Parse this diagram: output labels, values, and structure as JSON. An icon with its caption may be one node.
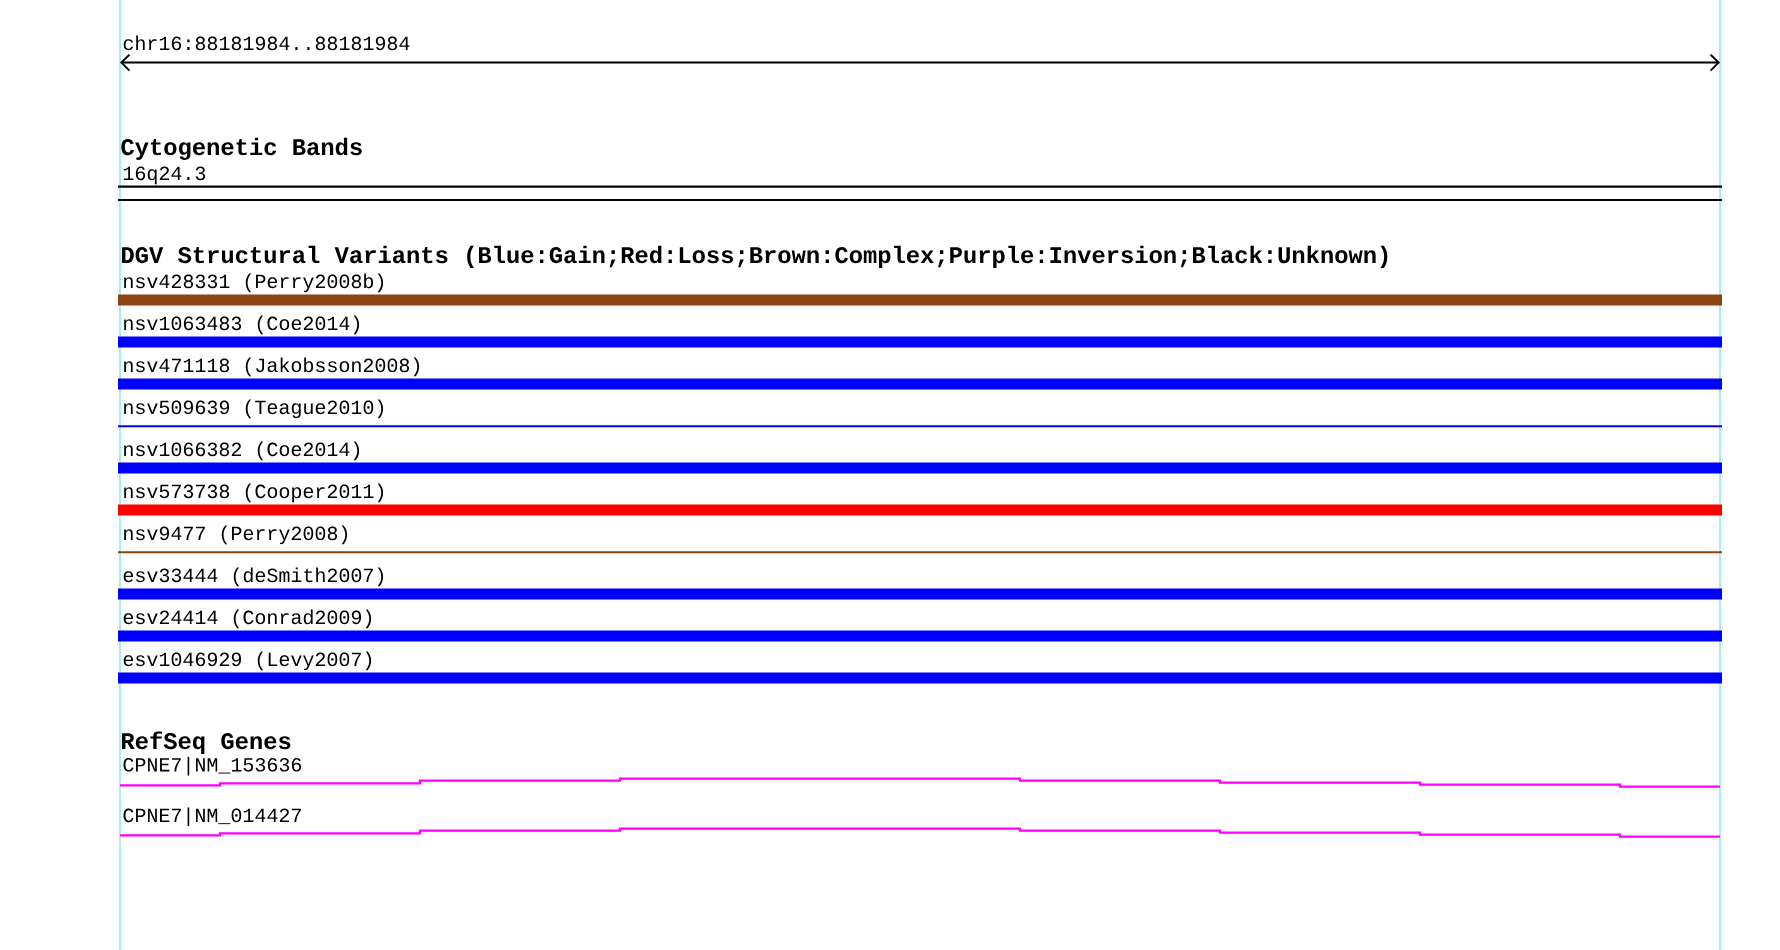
{
  "diagram": {
    "nodes": [
      {
        "text": [
          "16q24.3"
        ]
      },
      {
        "text": [
          "nsv428331 (Perry2008b)"
        ]
      },
      {
        "text": [
          "nsv1063483 (Coe2014)"
        ]
      },
      {
        "text": [
          "nsv471118 (Jakobsson2008)"
        ]
      },
      {
        "text": [
          "nsv509639 (Teague2010)"
        ]
      },
      {
        "text": [
          "nsv1066382 (Coe2014)"
        ]
      },
      {
        "text": [
          "nsv573738 (Cooper2011)"
        ]
      },
      {
        "text": [
          "nsv9477 (Perry2008)"
        ]
      },
      {
        "text": [
          "esv33444 (deSmith2007)"
        ]
      },
      {
        "text": [
          "esv24414 (Conrad2009)"
        ]
      },
      {
        "text": [
          "esv1046929 (Levy2007)"
        ]
      },
      {
        "text": [
          "CPNE7|NM_153636"
        ]
      },
      {
        "text": [
          "CPNE7|NM_014427"
        ]
      }
    ],
    "labels": [
      "chr16:88181984..88181984",
      "Cytogenetic Bands",
      "DGV Structural Variants (Blue:Gain;Red:Loss;Brown:Complex;Purple:Inversion;Black:Unknown)",
      "RefSeq Genes"
    ]
  }
}
